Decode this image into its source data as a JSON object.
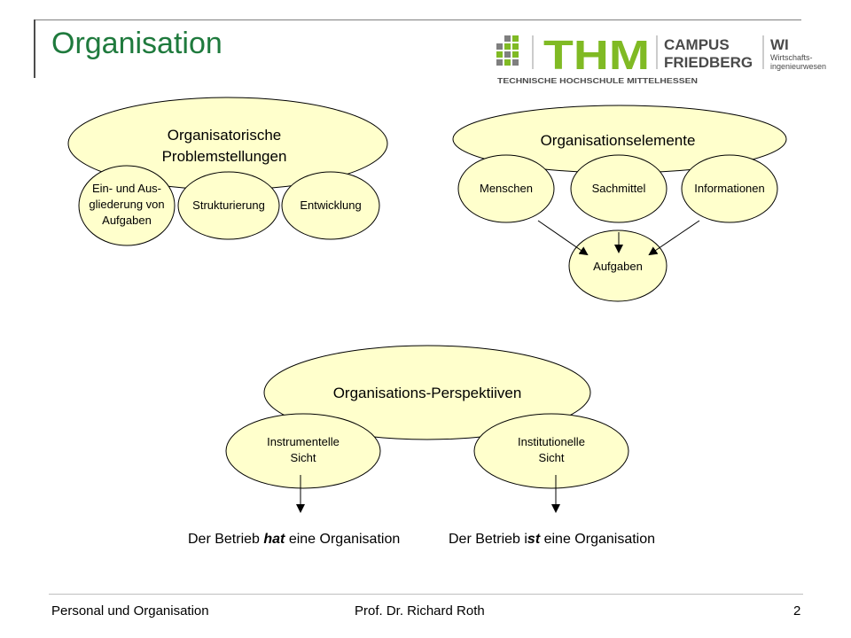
{
  "slide": {
    "title": "Organisation",
    "page_number": "2"
  },
  "logo": {
    "brand": "THM",
    "campus_line1": "CAMPUS",
    "campus_line2": "FRIEDBERG",
    "dept": "WI",
    "dept_line1": "Wirtschafts-",
    "dept_line2": "ingenieurwesen",
    "tagline": "TECHNISCHE HOCHSCHULE MITTELHESSEN",
    "brand_color": "#80ba24"
  },
  "diagram1": {
    "heading_line1": "Organisatorische",
    "heading_line2": "Problemstellungen",
    "sub_a_line1": "Ein- und Aus-",
    "sub_a_line2": "gliederung von",
    "sub_a_line3": "Aufgaben",
    "sub_b": "Strukturierung",
    "sub_c": "Entwicklung"
  },
  "diagram2": {
    "heading": "Organisationselemente",
    "sub_a": "Menschen",
    "sub_b": "Sachmittel",
    "sub_c": "Informationen",
    "target": "Aufgaben"
  },
  "diagram3": {
    "heading": "Organisations-Perspektiiven",
    "left_line1": "Instrumentelle",
    "left_line2": "Sicht",
    "right_line1": "Institutionelle",
    "right_line2": "Sicht"
  },
  "conclusion": {
    "left_pre": "Der Betrieb ",
    "left_em": "hat",
    "left_post": " eine Organisation",
    "right_pre": "Der Betrieb i",
    "right_em": "st",
    "right_post": " eine Organisation"
  },
  "footer": {
    "course": "Personal und Organisation",
    "author": "Prof. Dr. Richard Roth"
  },
  "colors": {
    "ellipse_fill": "#ffffcc",
    "title_green": "#1f7a3d"
  }
}
